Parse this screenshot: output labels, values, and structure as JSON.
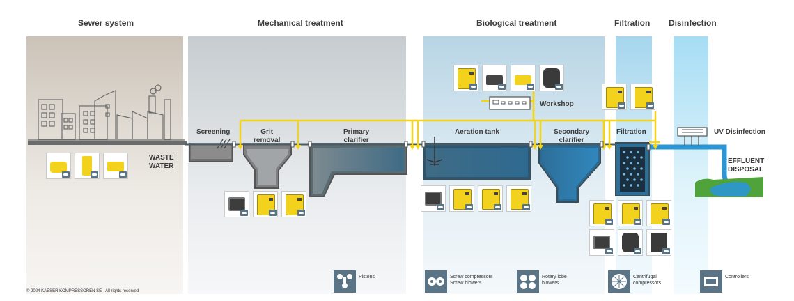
{
  "sections": {
    "sewer": "Sewer system",
    "mechanical": "Mechanical treatment",
    "biological": "Biological treatment",
    "filtration": "Filtration",
    "disinfection": "Disinfection"
  },
  "stages": {
    "waste_water": "WASTE\nWATER",
    "screening": "Screening",
    "grit_removal": "Grit\nremoval",
    "primary_clarifier": "Primary\nclarifier",
    "aeration_tank": "Aeration tank",
    "secondary_clarifier": "Secondary\nclarifier",
    "filtration": "Filtration",
    "workshop": "Workshop",
    "uv_disinfection": "UV Disinfection",
    "effluent_disposal": "EFFLUENT\nDISPOSAL"
  },
  "legend": {
    "pistons": "Pistons",
    "screw": "Screw compressors\nScrew blowers",
    "rotary_lobe": "Rotary lobe\nblowers",
    "centrifugal": "Centrifugal\ncompressors",
    "controllers": "Controllers"
  },
  "copyright": "© 2024 KAESER KOMPRESSOREN SE - All rights reserved",
  "colors": {
    "pipe_air": "#f5d414",
    "pipe_water": "#2a96d4",
    "sewer_bg": "#cdc6bc",
    "mechanical_bg": "#c9cfd2",
    "biological_bg": "#bcd7e6",
    "filtration_bg": "#a9d8ef",
    "disinfection_bg": "#a9def3",
    "icon_blue": "#5a7485",
    "compressor_yellow": "#f2d21d"
  }
}
